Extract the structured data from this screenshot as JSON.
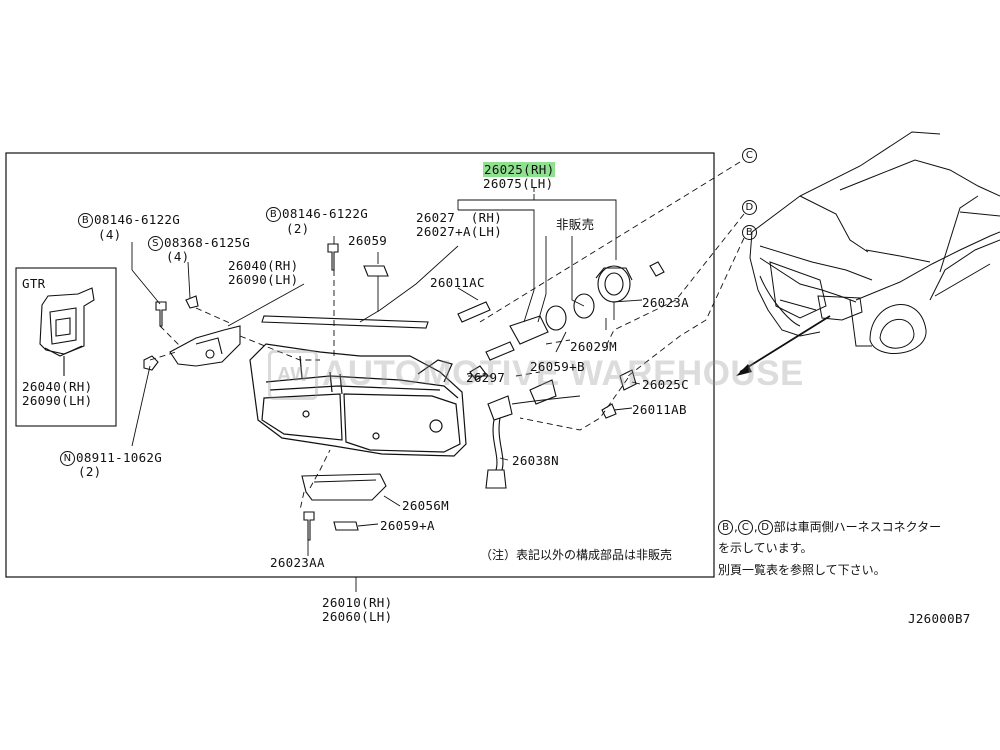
{
  "part_labels": {
    "p26025rh": "26025(RH)",
    "p26075lh": "26075(LH)",
    "p26027": "26027  (RH)",
    "p26027a": "26027+A(LH)",
    "hihanbai": "非販売",
    "p26059": "26059",
    "p26011ac": "26011AC",
    "p26023a": "26023A",
    "p26029m": "26029M",
    "p26059b": "26059+B",
    "p26297": "26297",
    "p26025c": "26025C",
    "p26011ab": "26011AB",
    "p26038n": "26038N",
    "p26056m": "26056M",
    "p26059a": "26059+A",
    "p26023aa": "26023AA",
    "p26040rh": "26040(RH)",
    "p26090lh": "26090(LH)",
    "gtr": "GTR",
    "gtr26040": "26040(RH)",
    "gtr26090": "26090(LH)",
    "p26010": "26010(RH)",
    "p26060": "26060(LH)"
  },
  "fasteners": {
    "b1_letter": "B",
    "b1_part": "08146-6122G",
    "b1_qty": "(4)",
    "b2_letter": "B",
    "b2_part": "08146-6122G",
    "b2_qty": "(2)",
    "s_letter": "S",
    "s_part": "08368-6125G",
    "s_qty": "(4)",
    "n_letter": "N",
    "n_part": "08911-1062G",
    "n_qty": "(2)"
  },
  "connectors": {
    "c": "C",
    "d": "D",
    "b": "B"
  },
  "notes": {
    "line1_prefix_b": "B",
    "line1_prefix_c": "C",
    "line1_prefix_d": "D",
    "line1_text": "部は車両側ハーネスコネクター",
    "line2": "を示しています。",
    "line3": "別頁一覧表を参照して下さい。",
    "not_sold": "（注）表記以外の構成部品は非販売"
  },
  "diagram_code": "J26000B7",
  "watermark": {
    "logo": "AW",
    "text": "AUTOMOTIVE WAREHOUSE"
  },
  "colors": {
    "highlight": "#8fe08f",
    "line": "#111111"
  }
}
